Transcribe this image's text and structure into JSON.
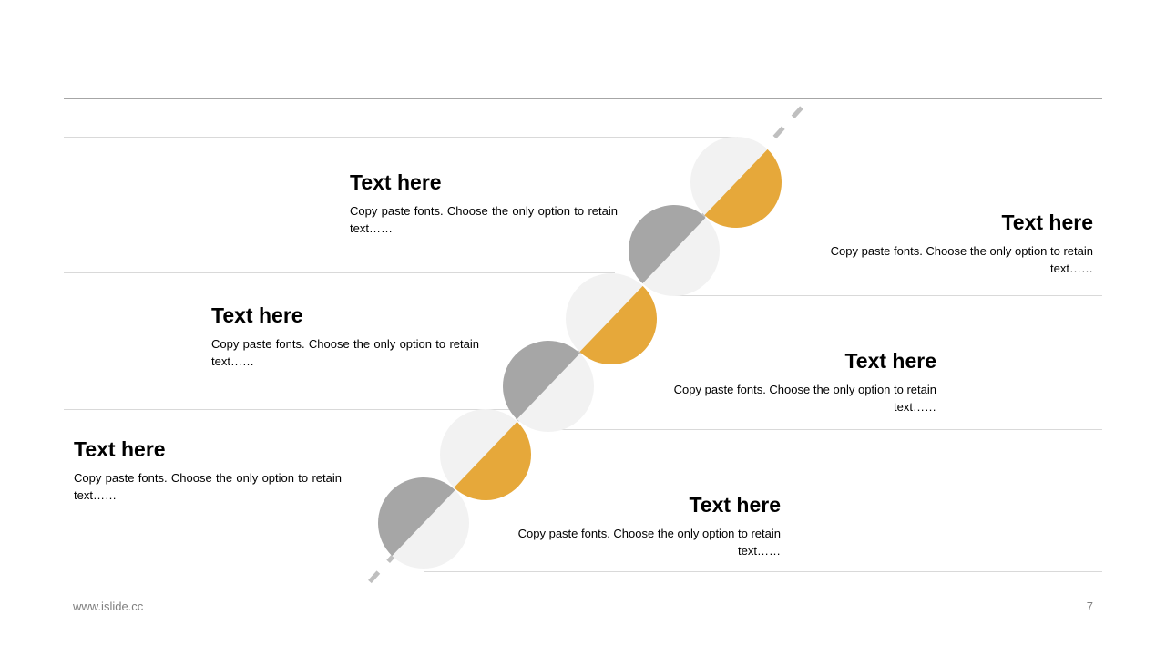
{
  "blocks": [
    {
      "title": "Text here",
      "body": "Copy paste fonts. Choose the only option to retain text……"
    },
    {
      "title": "Text here",
      "body": "Copy paste fonts. Choose the only option to retain text……"
    },
    {
      "title": "Text here",
      "body": "Copy paste fonts. Choose the only option to retain text……"
    },
    {
      "title": "Text here",
      "body": "Copy paste fonts. Choose the only option to retain text……"
    },
    {
      "title": "Text here",
      "body": "Copy paste fonts. Choose the only option to retain text……"
    },
    {
      "title": "Text here",
      "body": "Copy paste fonts. Choose the only option to retain text……"
    }
  ],
  "colors": {
    "accent": "#e6a83a",
    "gray": "#a6a6a6",
    "light": "#f2f2f2",
    "dash": "#bfbfbf",
    "line": "#d9d9d9"
  },
  "footer": {
    "website": "www.islide.cc",
    "page_number": "7"
  }
}
